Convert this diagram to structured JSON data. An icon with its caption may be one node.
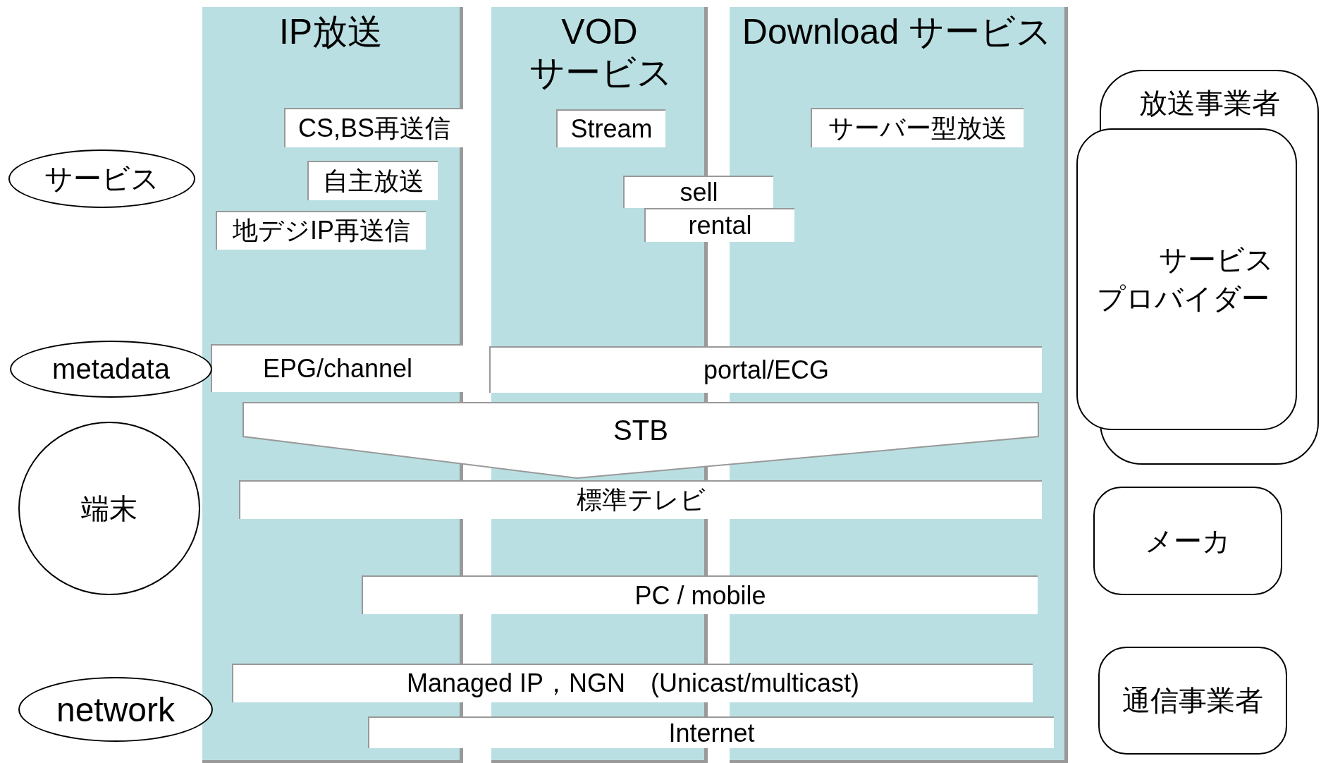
{
  "diagram": {
    "nodes": [
      {
        "text": [
          "IP放送"
        ]
      },
      {
        "text": [
          "VOD サービス"
        ]
      },
      {
        "text": [
          "Download サービス"
        ]
      },
      {
        "text": [
          "CS,BS再送信"
        ],
        "in": 0
      },
      {
        "text": [
          "自主放送"
        ],
        "in": 0
      },
      {
        "text": [
          "地デジIP再送信"
        ],
        "in": 0
      },
      {
        "text": [
          "Stream"
        ],
        "in": 1
      },
      {
        "text": [
          "sell"
        ]
      },
      {
        "text": [
          "rental"
        ]
      },
      {
        "text": [
          "サーバー型放送"
        ],
        "in": 2
      },
      {
        "text": [
          "サービス"
        ]
      },
      {
        "text": [
          "metadata"
        ]
      },
      {
        "text": [
          "端末"
        ]
      },
      {
        "text": [
          "network"
        ]
      },
      {
        "text": [
          "EPG/channel"
        ],
        "in": 0
      },
      {
        "text": [
          "portal/ECG"
        ]
      },
      {
        "text": [
          "STB"
        ]
      },
      {
        "text": [
          "標準テレビ"
        ]
      },
      {
        "text": [
          "PC / mobile"
        ]
      },
      {
        "text": [
          "Managed IP，NGN　(Unicast/multicast)"
        ]
      },
      {
        "text": [
          "Internet"
        ]
      },
      {
        "text": [
          "放送事業者"
        ]
      },
      {
        "text": [
          "サービスプロバイダー"
        ]
      },
      {
        "text": [
          "メーカ"
        ]
      },
      {
        "text": [
          "通信事業者"
        ]
      }
    ],
    "edges": []
  }
}
